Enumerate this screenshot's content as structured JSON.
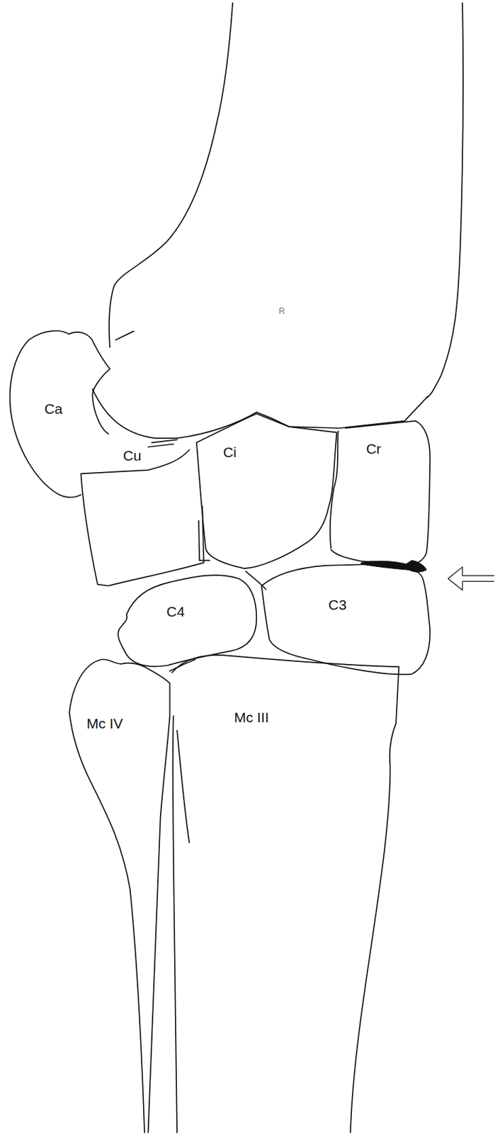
{
  "diagram": {
    "labels": [
      "R",
      "Ca",
      "Cu",
      "Ci",
      "Cr",
      "C4",
      "C3",
      "Mc IV",
      "Mc III"
    ]
  }
}
